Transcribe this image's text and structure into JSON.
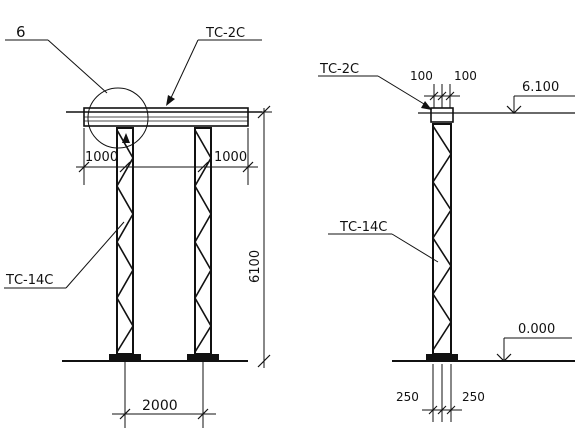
{
  "colors": {
    "ink": "#111111",
    "paper": "#ffffff"
  },
  "front_view": {
    "callout_node": "6",
    "callout_beam": "ТС-2С",
    "label_column": "ТС-14С",
    "dim_left_overhang": "1000",
    "dim_right_overhang": "1000",
    "dim_height": "6100",
    "dim_span": "2000"
  },
  "side_view": {
    "label_beam": "ТС-2С",
    "label_column": "ТС-14С",
    "dim_top_left": "100",
    "dim_top_right": "100",
    "elev_top": "6.100",
    "elev_base": "0.000",
    "dim_base_left": "250",
    "dim_base_right": "250"
  }
}
